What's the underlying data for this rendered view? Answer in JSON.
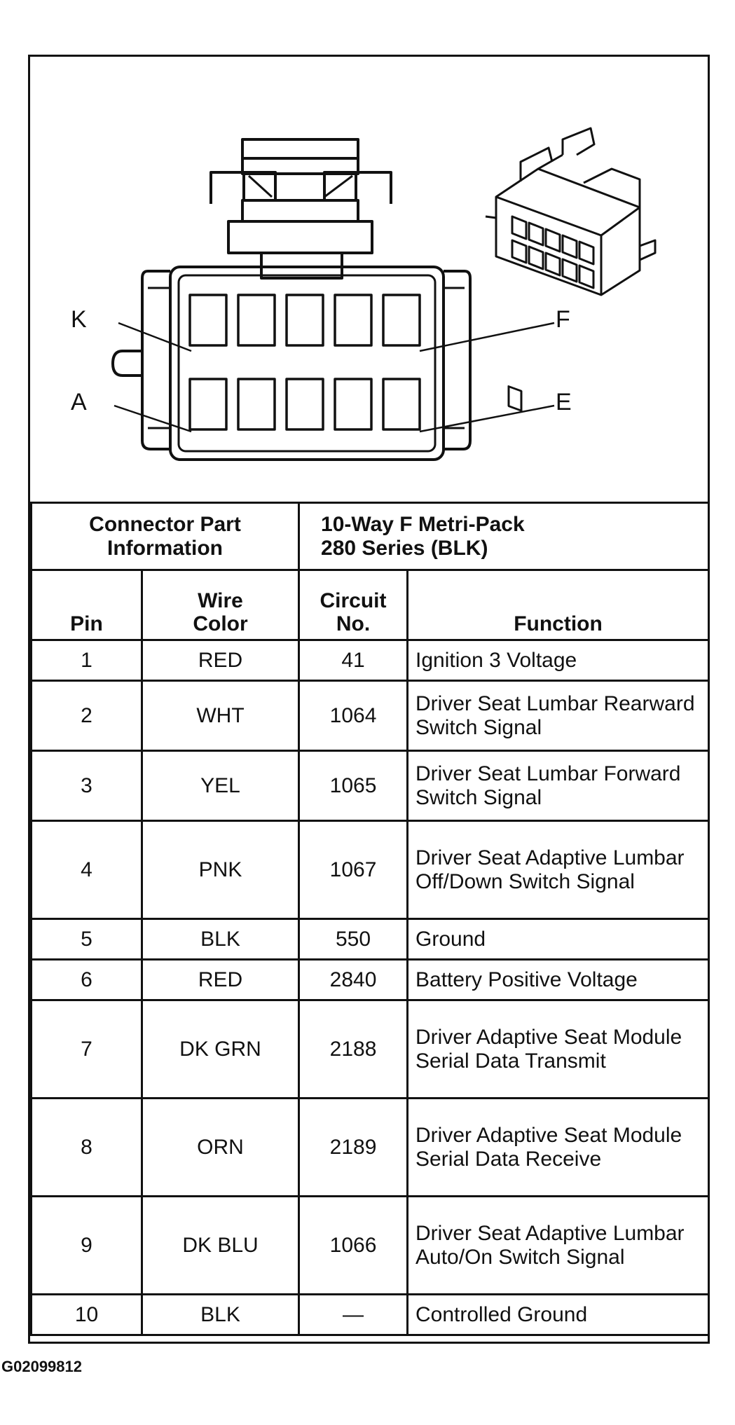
{
  "diagram": {
    "labels": {
      "k": "K",
      "f": "F",
      "a": "A",
      "e": "E"
    }
  },
  "connector_info": {
    "label": "Connector Part Information",
    "value_line1": "10-Way F Metri-Pack",
    "value_line2": "280 Series (BLK)"
  },
  "columns": {
    "pin": "Pin",
    "wire_color_l1": "Wire",
    "wire_color_l2": "Color",
    "circuit_l1": "Circuit",
    "circuit_l2": "No.",
    "function": "Function"
  },
  "rows": [
    {
      "pin": "1",
      "color": "RED",
      "circuit": "41",
      "function": "Ignition 3 Voltage"
    },
    {
      "pin": "2",
      "color": "WHT",
      "circuit": "1064",
      "function": "Driver Seat Lumbar Rearward Switch Signal"
    },
    {
      "pin": "3",
      "color": "YEL",
      "circuit": "1065",
      "function": "Driver Seat Lumbar Forward Switch Signal"
    },
    {
      "pin": "4",
      "color": "PNK",
      "circuit": "1067",
      "function": "Driver Seat Adaptive Lumbar Off/Down Switch Signal"
    },
    {
      "pin": "5",
      "color": "BLK",
      "circuit": "550",
      "function": "Ground"
    },
    {
      "pin": "6",
      "color": "RED",
      "circuit": "2840",
      "function": "Battery Positive Voltage"
    },
    {
      "pin": "7",
      "color": "DK GRN",
      "circuit": "2188",
      "function": "Driver Adaptive Seat Module Serial Data Transmit"
    },
    {
      "pin": "8",
      "color": "ORN",
      "circuit": "2189",
      "function": "Driver Adaptive Seat Module Serial Data Receive"
    },
    {
      "pin": "9",
      "color": "DK BLU",
      "circuit": "1066",
      "function": "Driver Seat Adaptive Lumbar Auto/On Switch Signal"
    },
    {
      "pin": "10",
      "color": "BLK",
      "circuit": "—",
      "function": "Controlled Ground"
    }
  ],
  "footer": {
    "figure_id": "G02099812"
  }
}
